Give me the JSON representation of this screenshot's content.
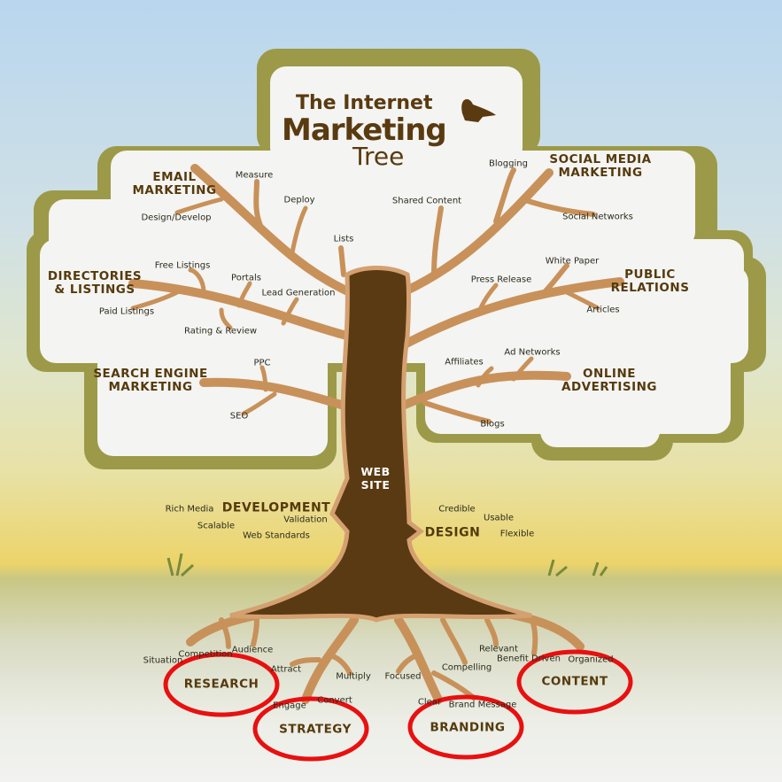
{
  "title": {
    "line1": "The Internet",
    "line2": "Marketing",
    "line3": "Tree"
  },
  "colors": {
    "trunk": "#5a3a12",
    "branch": "#c8915a",
    "canopy": "#f4f4f2",
    "canopy_shadow": "#9c9a48",
    "circle": "#e81010",
    "text": "#553a0c"
  },
  "center": {
    "line1": "WEB",
    "line2": "SITE"
  },
  "categories": {
    "email": [
      "EMAIL",
      "MARKETING"
    ],
    "social": [
      "SOCIAL MEDIA",
      "MARKETING"
    ],
    "directories": [
      "DIRECTORIES",
      "& LISTINGS"
    ],
    "pr": [
      "PUBLIC",
      "RELATIONS"
    ],
    "sem": [
      "SEARCH ENGINE",
      "MARKETING"
    ],
    "online": [
      "ONLINE",
      "ADVERTISING"
    ],
    "development": "DEVELOPMENT",
    "design": "DESIGN",
    "research": "RESEARCH",
    "strategy": "STRATEGY",
    "branding": "BRANDING",
    "content": "CONTENT"
  },
  "labels": [
    "Measure",
    "Deploy",
    "Design/Develop",
    "Lists",
    "Blogging",
    "Shared Content",
    "Social Networks",
    "Free Listings",
    "Portals",
    "Lead Generation",
    "Paid Listings",
    "Rating & Review",
    "White Paper",
    "Press Release",
    "Articles",
    "PPC",
    "SEO",
    "Affiliates",
    "Ad Networks",
    "Blogs",
    "Rich Media",
    "Validation",
    "Scalable",
    "Web Standards",
    "Credible",
    "Usable",
    "Flexible",
    "Situation",
    "Competition",
    "Audience",
    "Attract",
    "Multiply",
    "Engage",
    "Convert",
    "Focused",
    "Compelling",
    "Clear",
    "Brand Message",
    "Relevant",
    "Benefit Driven",
    "Organized"
  ]
}
